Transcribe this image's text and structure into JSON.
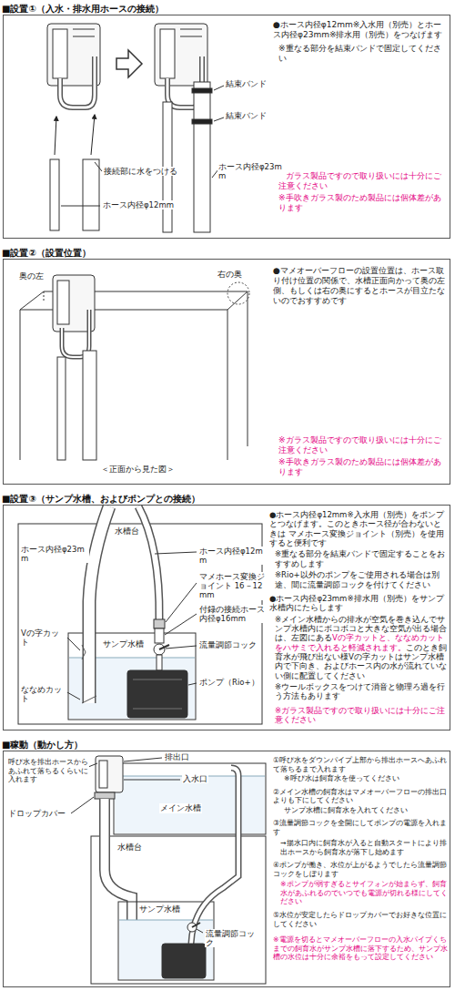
{
  "diagram": {
    "nodes": [
      {
        "text": [
          "■設置①（入水・排水用ホースの接続）"
        ]
      },
      {
        "text": [
          "■設置②（設置位置）"
        ]
      },
      {
        "text": [
          "■設置③（サンプ水槽、およびポンプとの接続）"
        ]
      },
      {
        "text": [
          "■稼動（動かし方）"
        ]
      }
    ],
    "labels": [
      "結束バンド",
      "結束バンド",
      "接続部に水をつける",
      "ホース内径φ23mm",
      "ホース内径φ12mm",
      "●ホース内径φ12mm※入水用（別売）とホース内径φ23mm※排水用（別売）をつなげます",
      "※重なる部分を結束バンドで固定してください",
      "※ガラス製品ですので取り扱いには十分にご注意ください",
      "※手吹きガラス製のため製品には個体差があります",
      "奥の左",
      "右の奥",
      "＜正面から見た図＞",
      "●マメオーバーフローの設置位置は、ホース取り付け位置の関係で、水槽正面向かって奥の左側、もしくは右の奥にするとホースが目立たないのでおすすめです",
      "※ガラス製品ですので取り扱いには十分にご注意ください",
      "※手吹きガラス製のため製品には個体差があります",
      "水槽台",
      "ホース内径φ23mm",
      "ホース内径φ12mm",
      "マメホース変換ジョイント 16－12mm",
      "付録の接続ホース 内径φ16mm",
      "流量調節コック",
      "ポンプ（Rio+）",
      "サンプ水槽",
      "Vの字カット",
      "ななめカット",
      "●ホース内径φ12mm※入水用（別売）をポンプとつなげます。このときホース径が合わないときは マメホース変換ジョイント（別売）を使用すると便利です",
      "※重なる部分を結束バンドで固定することをおすすめします",
      "※Rio+以外のポンプをご使用される場合は別途、間に流量調節コックを付けてください",
      "●ホース内径φ23mm※排水用（別売）をサンプ水槽内にたらします",
      "※メイン水槽からの排水が空気を巻き込んでサンプ水槽内にボコボコと大きな空気が出る場合は、左図にある",
      "Vの字カットと、ななめカットをハサミで入れると軽減されます。",
      "このとき飼育水が飛び出ない様Vの字カットはサンプ水槽内で下向き、およびホース内の水が流れていない側に配置してください",
      "※ウールボックスをつけて消音と物理ろ過を行う方法もあります",
      "※ガラス製品ですので取り扱いには十分にご注意ください",
      "呼び水を排出ホースからあふれて落ちるくらいに入れます",
      "ドロップカバー",
      "排出口",
      "入水口",
      "メイン水槽",
      "水槽台",
      "サンプ水槽",
      "流量調節コック",
      "①呼び水をダウンパイプ上部から排出ホースへあふれて落ちるまで入れます",
      "※呼び水は飼育水を使ってください",
      "②メイン水槽の飼育水はマメオーバーフローの排出口よりも下にしてください",
      "サンプ水槽に飼育水を入れてください",
      "③流量調節コックを全開にしてポンプの電源を入れます",
      "→",
      "揚水口内に飼育水が入ると自動スタートにより排出ホースから飼育水が落下し始めます",
      "④ポンプが働き、水位が上がるようでしたら流量調節コックをしぼります",
      "※ポンプが弱すぎるとサイフォンが始まらず、飼育水があふれるのでいつでも電源が切れる様にしてください",
      "⑤水位が安定したらドロップカバーでお好きな位置にしてください",
      "※電源を切るとマメオーバーフローの入水パイプくちまでの飼育水がサンプ水槽に落下するため、サンプ水槽の水位は十分に余裕をもって設定してください"
    ]
  }
}
